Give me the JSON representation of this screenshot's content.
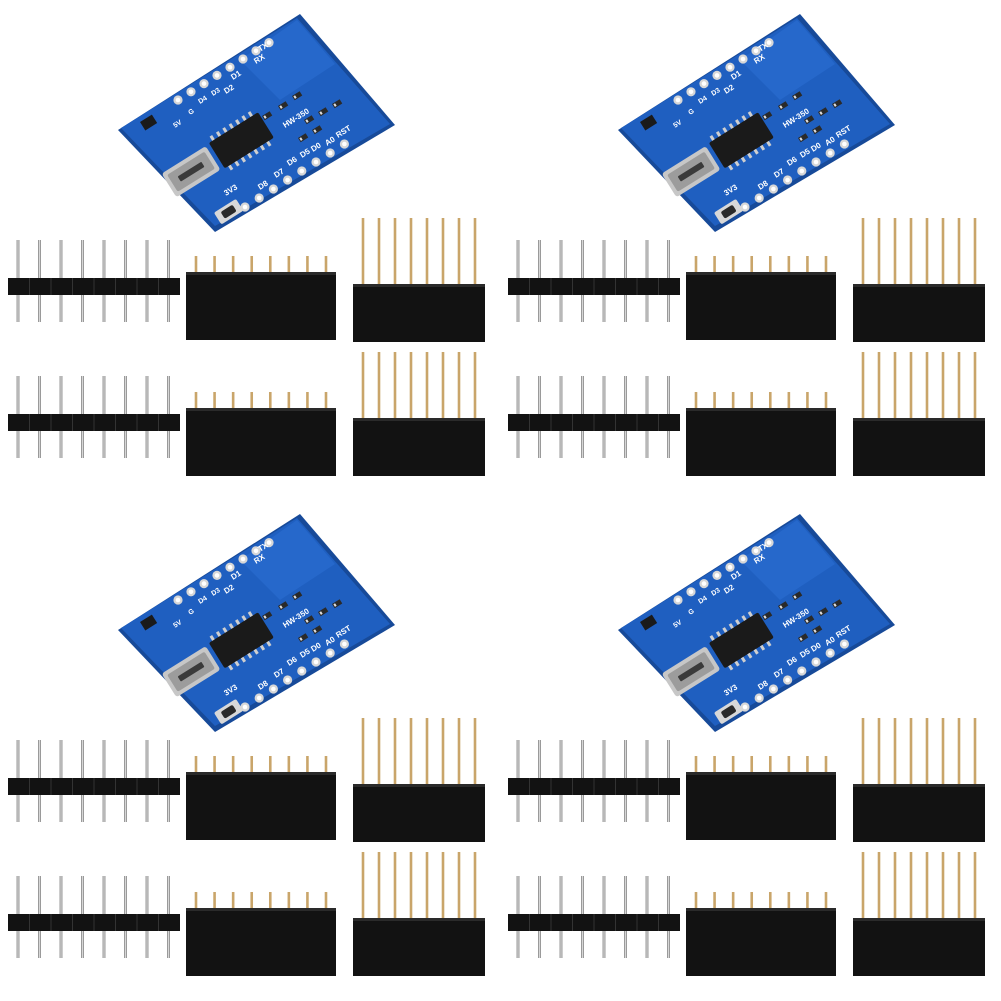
{
  "product_photo": {
    "kit_count": 4,
    "board": {
      "model_label": "HW-350",
      "pin_labels_right": [
        "TX",
        "RX",
        "D1",
        "D2"
      ],
      "pin_labels_left": [
        "5V",
        "G",
        "D4",
        "D3"
      ],
      "pin_labels_bottom": [
        "RST",
        "A0",
        "D0",
        "D5",
        "D6",
        "D7",
        "D8",
        "3V3"
      ],
      "pcb_color": "#1f5fc0",
      "connector": "micro-usb-connector",
      "button": "reset-button"
    },
    "parts_per_kit": {
      "male_pin_headers": 2,
      "short_female_headers": 2,
      "long_stackable_headers": 2,
      "pins_per_header": 8
    },
    "colors": {
      "background": "#ffffff",
      "pcb_blue": "#1f5fc0",
      "pcb_edge": "#174a99",
      "header_black": "#121212",
      "pin_gold": "#c9a56a",
      "pin_silver": "#9a9a9a"
    }
  }
}
